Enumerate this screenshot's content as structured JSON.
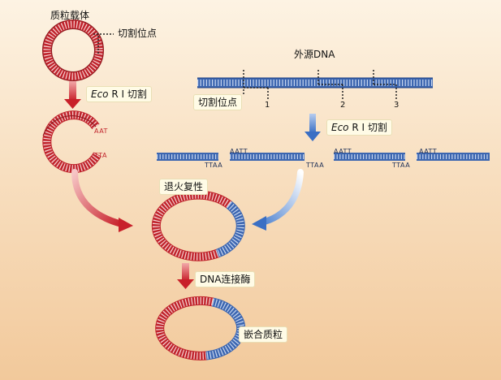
{
  "labels": {
    "plasmid_vector": "质粒载体",
    "cut_site_plasmid": "切割位点",
    "foreign_dna": "外源DNA",
    "cut_site_foreign": "切割位点",
    "enzyme_name": "Eco",
    "enzyme_suffix": "R I 切割",
    "enzyme_name_2": "Eco",
    "enzyme_suffix_2": "R I 切割",
    "annealing": "退火复性",
    "ligase": "DNA连接酶",
    "recombinant_plasmid": "嵌合质粒",
    "site_1": "1",
    "site_2": "2",
    "site_3": "3",
    "sticky_aatt": "AATT",
    "sticky_ttaa": "TTAA"
  },
  "colors": {
    "plasmid_red": "#c0242c",
    "dna_blue": "#3c66b0",
    "bg_peach": "#f5d5ae",
    "arrow_red": "#d23a3a",
    "arrow_blue": "#5b8fd6"
  }
}
